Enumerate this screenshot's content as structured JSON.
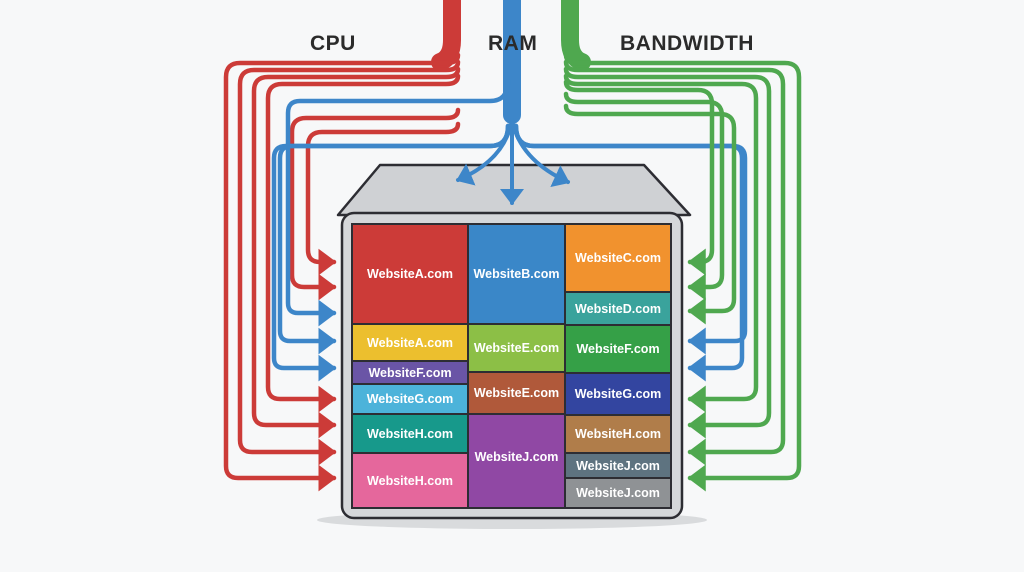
{
  "labels": {
    "cpu": "CPU",
    "ram": "RAM",
    "bandwidth": "BANDWIDTH"
  },
  "colors": {
    "cpu": "#cc3b38",
    "ram": "#3d86c9",
    "bandwidth": "#4fa84f",
    "server_body": "#d5d7da",
    "server_top": "#cfd1d4",
    "outline": "#2d2d33",
    "background": "#f7f8f9"
  },
  "tiles": [
    {
      "text": "WebsiteA.com",
      "color": "#cc3b38",
      "col": 0
    },
    {
      "text": "WebsiteB.com",
      "color": "#3a87c8",
      "col": 1
    },
    {
      "text": "WebsiteC.com",
      "color": "#f1922e",
      "col": 2
    },
    {
      "text": "WebsiteD.com",
      "color": "#3aa39c",
      "col": 2
    },
    {
      "text": "WebsiteA.com",
      "color": "#ecbf2e",
      "col": 0
    },
    {
      "text": "WebsiteE.com",
      "color": "#8cbf46",
      "col": 1
    },
    {
      "text": "WebsiteF.com",
      "color": "#35a047",
      "col": 2
    },
    {
      "text": "WebsiteF.com",
      "color": "#6a55a6",
      "col": 0
    },
    {
      "text": "WebsiteG.com",
      "color": "#4cb3da",
      "col": 0
    },
    {
      "text": "WebsiteE.com",
      "color": "#b0593a",
      "col": 1
    },
    {
      "text": "WebsiteG.com",
      "color": "#3345a0",
      "col": 2
    },
    {
      "text": "WebsiteH.com",
      "color": "#17998b",
      "col": 0
    },
    {
      "text": "WebsiteJ.com",
      "color": "#9048a4",
      "col": 1
    },
    {
      "text": "WebsiteH.com",
      "color": "#b07d4a",
      "col": 2
    },
    {
      "text": "WebsiteJ.com",
      "color": "#5e7380",
      "col": 2
    },
    {
      "text": "WebsiteH.com",
      "color": "#e5679c",
      "col": 0
    },
    {
      "text": "WebsiteJ.com",
      "color": "#8f9295",
      "col": 2
    }
  ]
}
